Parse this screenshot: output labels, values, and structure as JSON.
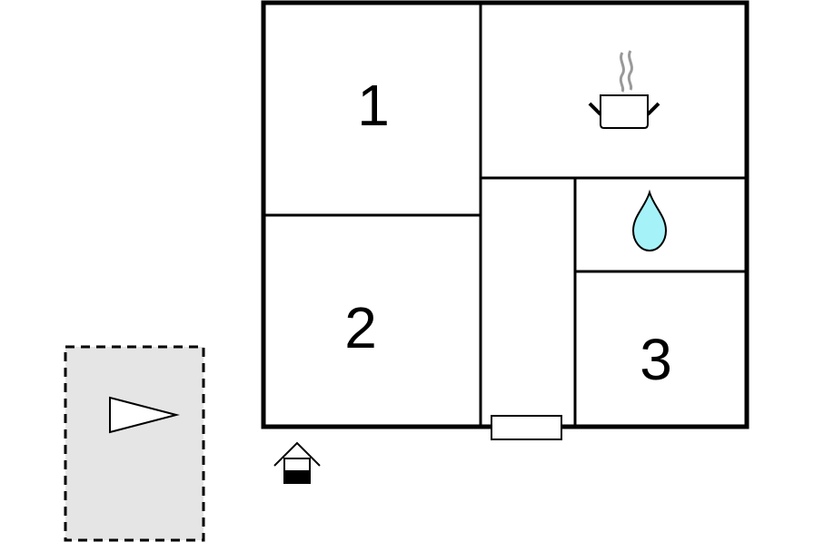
{
  "rooms": {
    "bedroom_1": {
      "label": "1"
    },
    "bedroom_2": {
      "label": "2"
    },
    "bedroom_3": {
      "label": "3"
    }
  },
  "icons": {
    "kitchen": "cooking-pot-icon",
    "bathroom": "water-drop-icon",
    "entrance": "house-entrance-icon",
    "terrace": "play-direction-icon"
  },
  "colors": {
    "walls": "#000000",
    "terrace_fill": "#e5e5e5",
    "water_drop": "#a6f2f9",
    "steam": "#999999",
    "entrance_fill": "#000000",
    "background": "#ffffff"
  }
}
